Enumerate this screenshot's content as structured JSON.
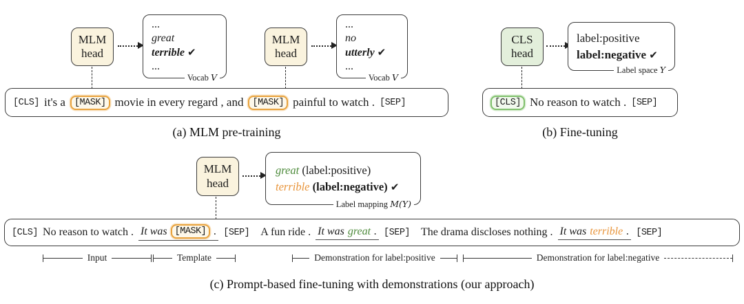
{
  "colors": {
    "cream_fill": "#faf3de",
    "green_fill": "#e3efdb",
    "orange_accent": "#e8a23c",
    "green_accent": "#7fc06b",
    "green_text": "#4e8b3c",
    "orange_text": "#e8943a",
    "mask_fill": "#fdf8ea",
    "cls_fill": "#f2f9ee"
  },
  "panel_a": {
    "caption": "(a) MLM pre-training",
    "head1": {
      "line1": "MLM",
      "line2": "head"
    },
    "head2": {
      "line1": "MLM",
      "line2": "head"
    },
    "vocab1": {
      "ellipsis_top": "...",
      "row1": "great",
      "row2": "terrible",
      "check": "✔",
      "ellipsis_bottom": "...",
      "tag": "Vocab",
      "symbol": "V"
    },
    "vocab2": {
      "ellipsis_top": "...",
      "row1": "no",
      "row2": "utterly",
      "check": "✔",
      "ellipsis_bottom": "...",
      "tag": "Vocab",
      "symbol": "V"
    },
    "sentence": {
      "cls": "[CLS]",
      "part1": "it's a",
      "mask1": "[MASK]",
      "part2": "movie in every regard , and",
      "mask2": "[MASK]",
      "part3": "painful to watch .",
      "sep": "[SEP]"
    }
  },
  "panel_b": {
    "caption": "(b) Fine-tuning",
    "head": {
      "line1": "CLS",
      "line2": "head"
    },
    "labelspace": {
      "row1": "label:positive",
      "row2": "label:negative",
      "check": "✔",
      "tag": "Label space",
      "symbol": "Y"
    },
    "sentence": {
      "cls": "[CLS]",
      "text": "No reason to watch .",
      "sep": "[SEP]"
    }
  },
  "panel_c": {
    "caption": "(c) Prompt-based fine-tuning with demonstrations (our approach)",
    "head": {
      "line1": "MLM",
      "line2": "head"
    },
    "mapping": {
      "row1_word": "great",
      "row1_rest": "(label:positive)",
      "row2_word": "terrible",
      "row2_rest": "(label:negative)",
      "check": "✔",
      "tag": "Label mapping",
      "symbol": "M(Y)"
    },
    "sentence": {
      "cls": "[CLS]",
      "input_text": "No reason to watch .",
      "template_prefix": "It was",
      "mask": "[MASK]",
      "template_suffix": ".",
      "sep1": "[SEP]",
      "demo_pos_text": "A fun ride .",
      "demo_pos_prefix": "It was",
      "demo_pos_word": "great",
      "demo_pos_suffix": ".",
      "sep2": "[SEP]",
      "demo_neg_text": "The drama discloses nothing .",
      "demo_neg_prefix": "It was",
      "demo_neg_word": "terrible",
      "demo_neg_suffix": ".",
      "sep3": "[SEP]"
    },
    "spans": {
      "input": "Input",
      "template": "Template",
      "demo_pos": "Demonstration for label:positive",
      "demo_neg": "Demonstration for label:negative"
    }
  }
}
